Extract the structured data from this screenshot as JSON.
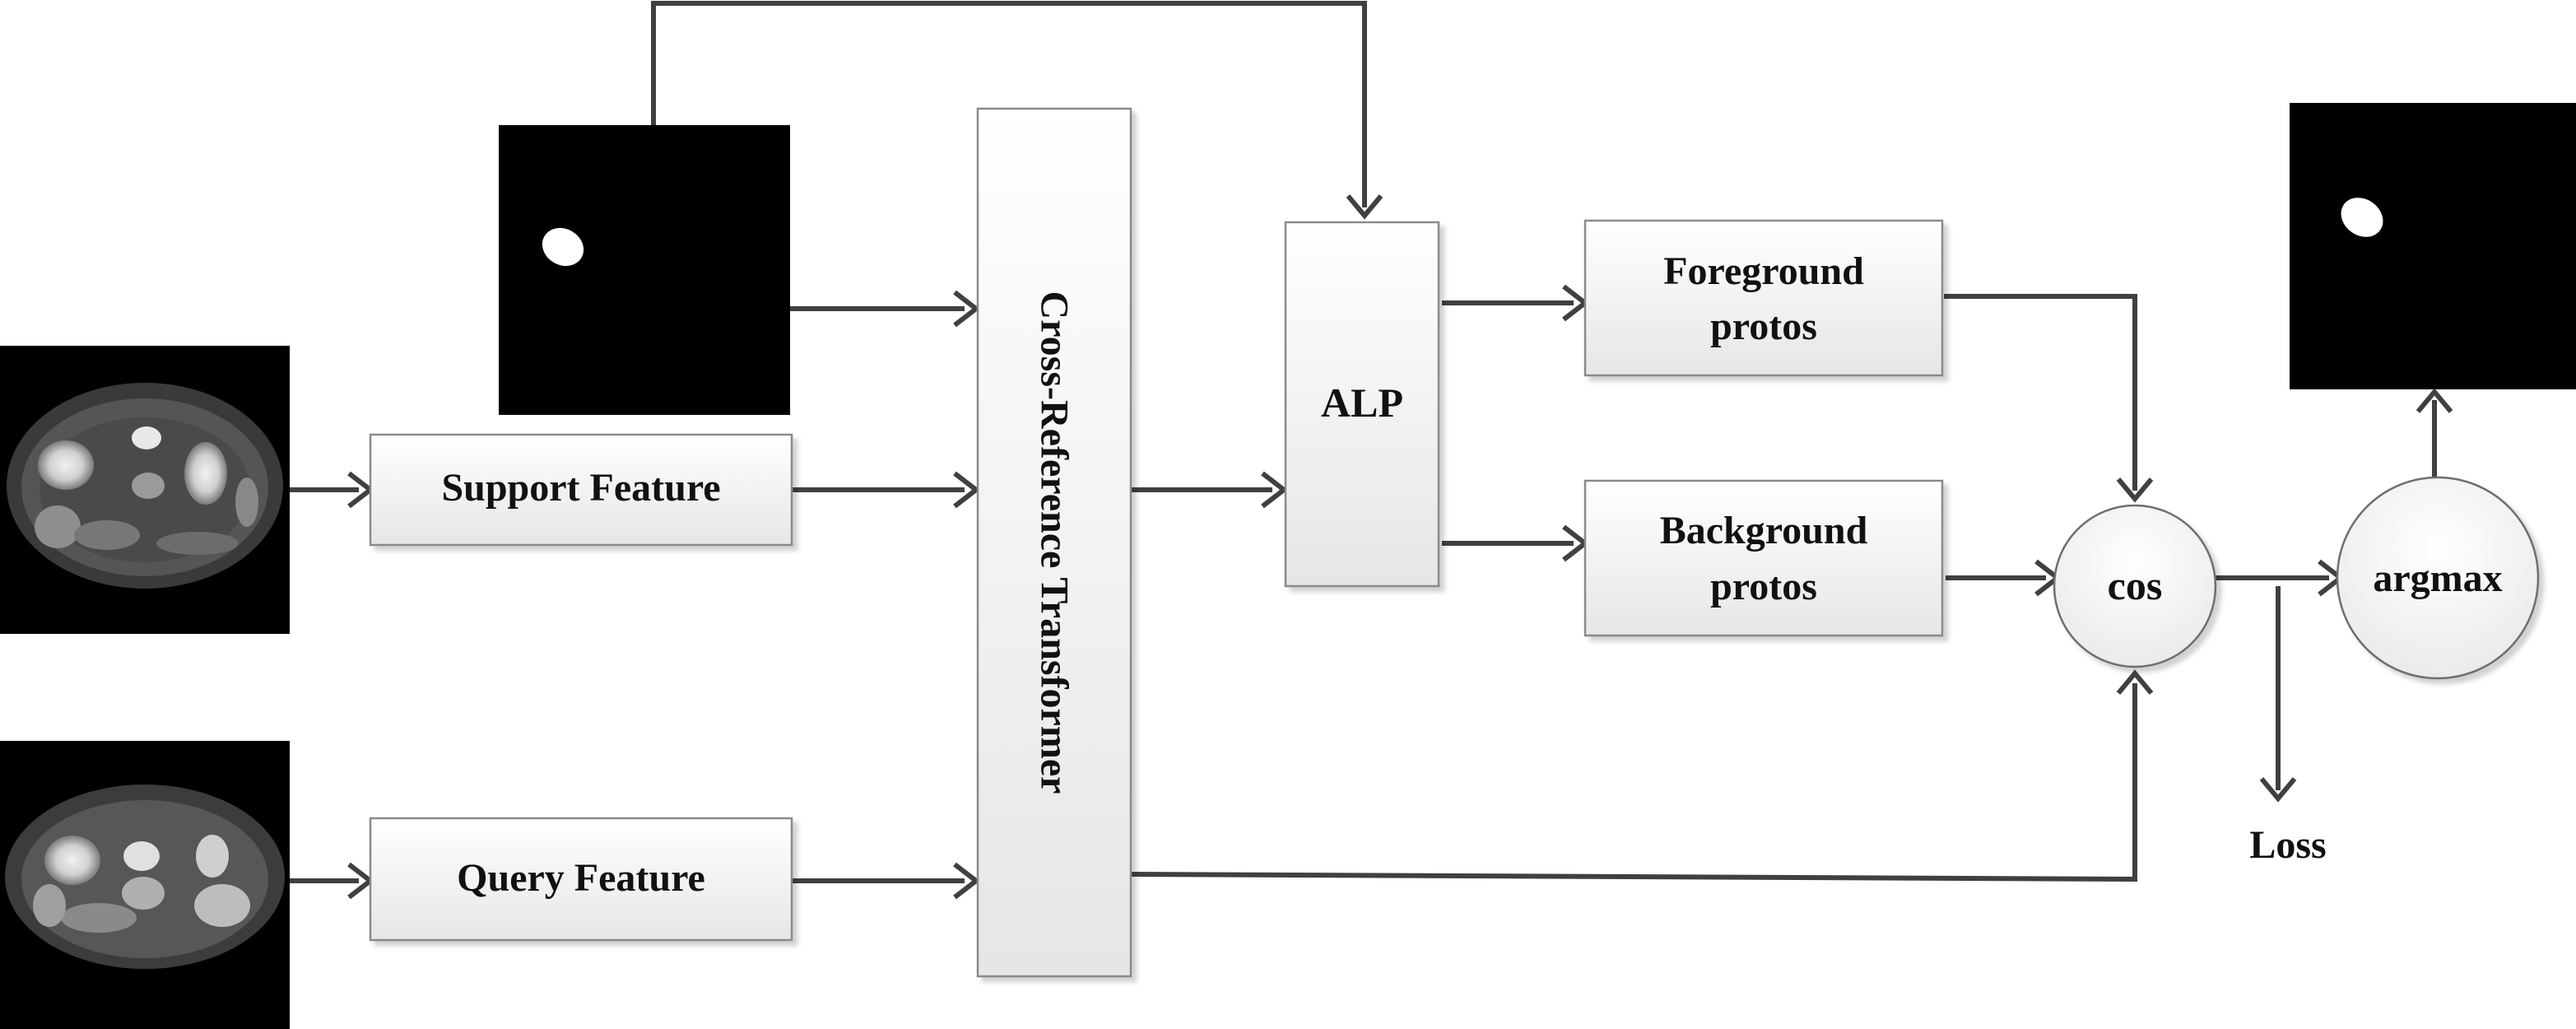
{
  "support_feature": "Support Feature",
  "query_feature": "Query Feature",
  "transformer": "Cross-Reference Transformer",
  "alp": "ALP",
  "foreground": {
    "line1": "Foreground",
    "line2": "protos"
  },
  "background": {
    "line1": "Background",
    "line2": "protos"
  },
  "cos": "cos",
  "argmax": "argmax",
  "loss": "Loss"
}
